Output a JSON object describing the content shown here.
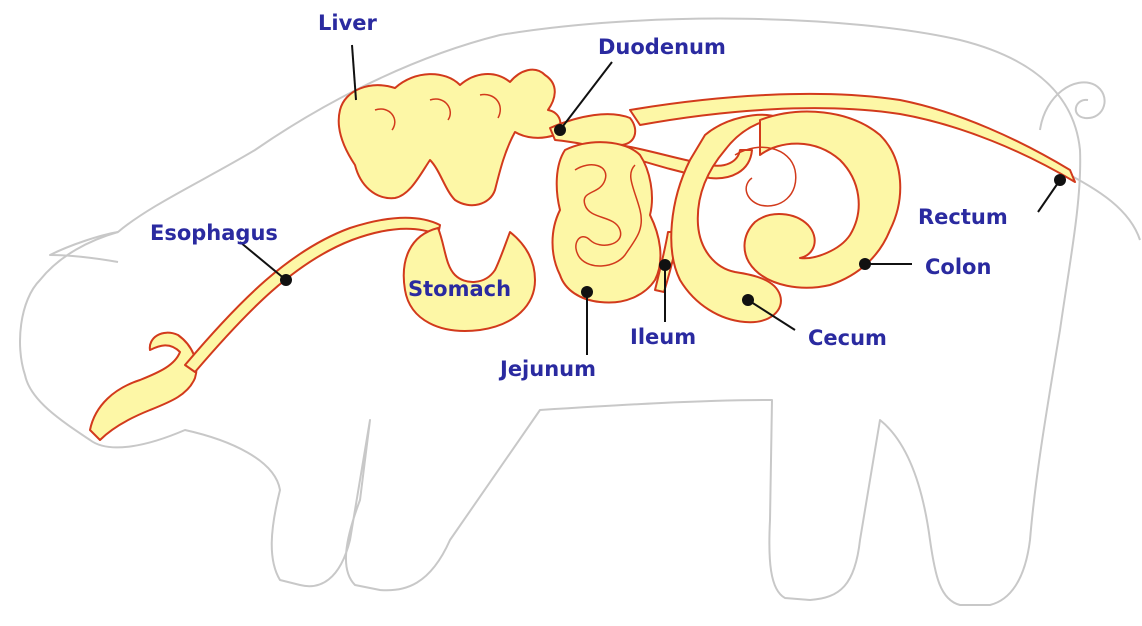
{
  "colors": {
    "organ_fill": "#fdf7a6",
    "organ_outline": "#d23a1c",
    "body_outline": "#c8c8c8",
    "label_text": "#2a2aa0",
    "leader_line": "#111111"
  },
  "labels": {
    "liver": "Liver",
    "duodenum": "Duodenum",
    "esophagus": "Esophagus",
    "stomach": "Stomach",
    "jejunum": "Jejunum",
    "ileum": "Ileum",
    "cecum": "Cecum",
    "colon": "Colon",
    "rectum": "Rectum"
  }
}
